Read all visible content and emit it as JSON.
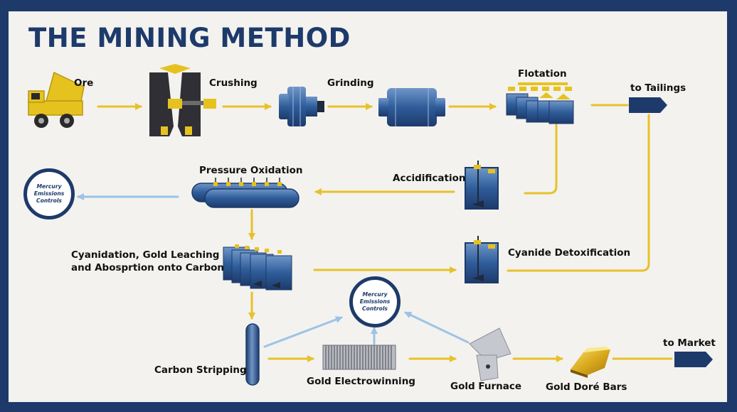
{
  "title": "THE MINING METHOD",
  "steps": {
    "ore": "Ore",
    "crushing": "Crushing",
    "grinding": "Grinding",
    "flotation": "Flotation",
    "to_tailings": "to Tailings",
    "accidification": "Accidification",
    "pressure_oxidation": "Pressure Oxidation",
    "cyanidation_line1": "Cyanidation, Gold Leaching",
    "cyanidation_line2": "and Abosprtion onto Carbon",
    "cyanide_detox": "Cyanide Detoxification",
    "carbon_stripping": "Carbon Stripping",
    "gold_electrowinning": "Gold Electrowinning",
    "gold_furnace": "Gold Furnace",
    "gold_dore_bars": "Gold Doré Bars",
    "to_market": "to Market"
  },
  "mercury_controls": {
    "line1": "Mercury",
    "line2": "Emissions",
    "line3": "Controls"
  },
  "colors": {
    "navy": "#1d3a6b",
    "gold_arrow": "#e8c12a",
    "blue_arrow": "#9cc3e6",
    "equipment_blue": "#3b6aa8",
    "truck_yellow": "#e6c21f"
  },
  "icons": [
    "haul-truck-icon",
    "jaw-crusher-icon",
    "grinding-mill-icon",
    "flotation-cells-icon",
    "autoclave-icon",
    "agitated-tank-icon",
    "leach-tanks-icon",
    "stripping-column-icon",
    "electrowinning-cell-icon",
    "furnace-icon",
    "gold-bar-icon"
  ]
}
